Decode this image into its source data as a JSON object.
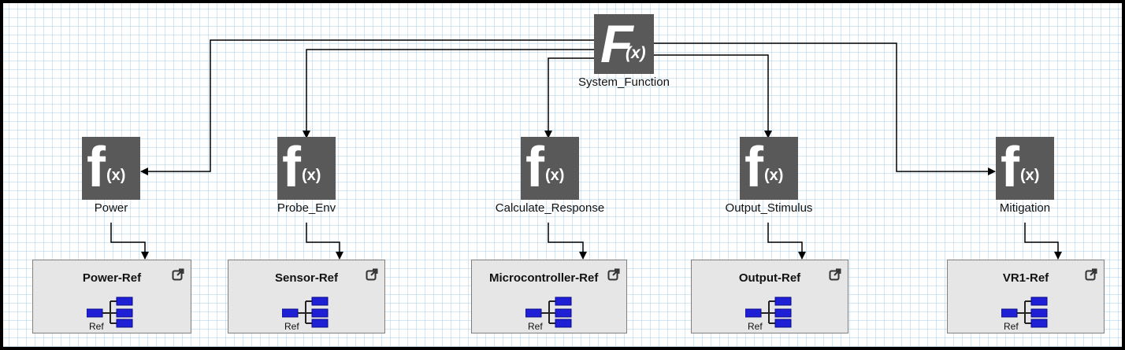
{
  "diagram": {
    "system_function": {
      "label": "System_Function"
    },
    "functions": [
      {
        "id": "power",
        "label": "Power"
      },
      {
        "id": "probe-env",
        "label": "Probe_Env"
      },
      {
        "id": "calculate-response",
        "label": "Calculate_Response"
      },
      {
        "id": "output-stimulus",
        "label": "Output_Stimulus"
      },
      {
        "id": "mitigation",
        "label": "Mitigation"
      }
    ],
    "references": [
      {
        "id": "power-ref",
        "label": "Power-Ref",
        "tag": "Ref"
      },
      {
        "id": "sensor-ref",
        "label": "Sensor-Ref",
        "tag": "Ref"
      },
      {
        "id": "microcontroller-ref",
        "label": "Microcontroller-Ref",
        "tag": "Ref"
      },
      {
        "id": "output-ref",
        "label": "Output-Ref",
        "tag": "Ref"
      },
      {
        "id": "vr1-ref",
        "label": "VR1-Ref",
        "tag": "Ref"
      }
    ]
  },
  "colors": {
    "node_fill": "#595959",
    "ref_fill": "#e6e6e6",
    "ref_icon_blue": "#1f1fd6",
    "grid": "#afd2eb",
    "edge": "#000000"
  },
  "icons": {
    "function": "function-fx-icon",
    "external_link": "open-external-icon",
    "reference_tree": "reference-tree-icon"
  }
}
